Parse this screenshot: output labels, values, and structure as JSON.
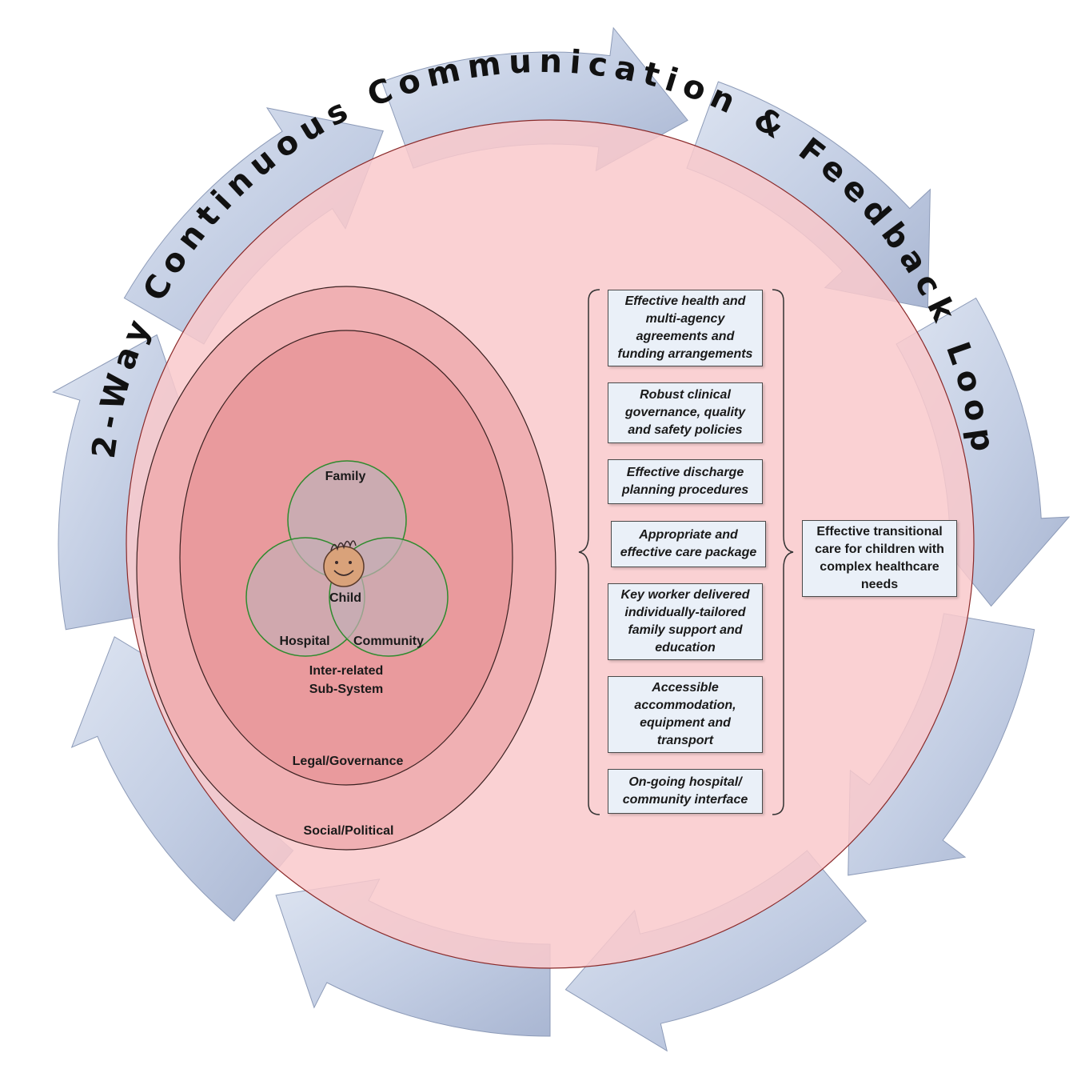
{
  "title": "2-Way Continuous Communication & Feedback Loop",
  "layers": {
    "outer": "Social/Political",
    "middle": "Legal/Governance",
    "inner_line1": "Inter-related",
    "inner_line2": "Sub-System"
  },
  "venn": {
    "top": "Family",
    "left": "Hospital",
    "right": "Community",
    "center": "Child"
  },
  "factors": [
    "Effective health and multi-agency agreements and funding arrangements",
    "Robust clinical governance, quality and safety policies",
    "Effective discharge planning procedures",
    "Appropriate and effective care package",
    "Key worker delivered individually-tailored family support and education",
    "Accessible accommodation, equipment and transport",
    "On-going hospital/ community interface"
  ],
  "outcome": "Effective transitional care for children with complex healthcare needs",
  "colors": {
    "big_circle": "#f9c9cb",
    "outer_ellipse": "#f0b0b3",
    "middle_ellipse": "#e99a9d",
    "arrow_fill": "#c9d3e6",
    "box_fill": "#eaf0f8",
    "venn_stroke": "#2e8b2e",
    "child_face": "#d9a27a"
  },
  "icons": [
    "child-face-icon",
    "left-brace-icon",
    "right-brace-icon",
    "cycle-arrow-icon"
  ]
}
